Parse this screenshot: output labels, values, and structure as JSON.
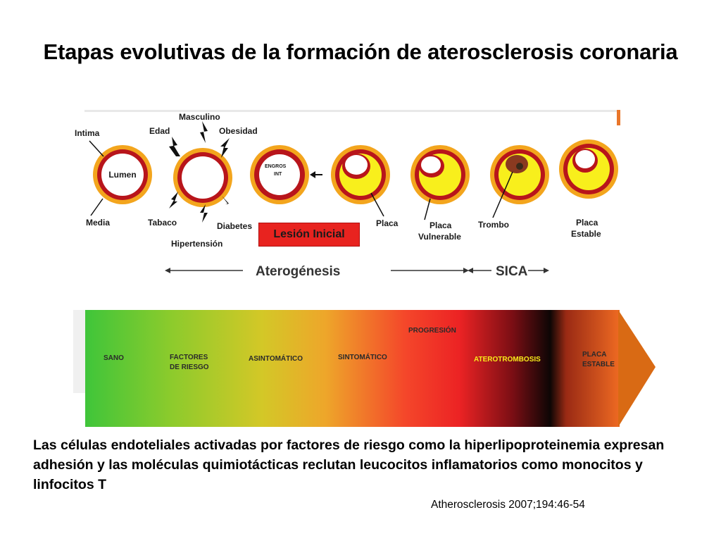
{
  "title": "Etapas evolutivas de la formación de aterosclerosis coronaria",
  "labels": {
    "intima": "Intima",
    "lumen": "Lumen",
    "media": "Media",
    "edad": "Edad",
    "masculino": "Masculino",
    "obesidad": "Obesidad",
    "tabaco": "Tabaco",
    "hipertension": "Hipertensión",
    "diabetes": "Diabetes",
    "engros_1": "ENGROS",
    "engros_2": "INT",
    "placa": "Placa",
    "placa_vulnerable_1": "Placa",
    "placa_vulnerable_2": "Vulnerable",
    "trombo": "Trombo",
    "placa_estable_1": "Placa",
    "placa_estable_2": "Estable",
    "lesion_inicial": "Lesión Inicial",
    "aterogenesis": "Aterogénesis",
    "sica": "SICA"
  },
  "stages": {
    "sano": "SANO",
    "factores_1": "FACTORES",
    "factores_2": "DE RIESGO",
    "asintomatico": "ASINTOMÁTICO",
    "sintomatico": "SINTOMÁTICO",
    "progresion": "PROGRESIÓN",
    "aterotrombosis": "ATEROTROMBOSIS",
    "placa_estable_1": "PLACA",
    "placa_estable_2": "ESTABLE"
  },
  "caption": "Las células endoteliales activadas por factores de riesgo como la hiperlipoproteinemia expresan adhesión y las moléculas quimiotácticas reclutan leucocitos inflamatorios como monocitos y linfocitos T",
  "reference": "Atherosclerosis 2007;194:46-54",
  "colors": {
    "outer_ring": "#f3a51d",
    "media_ring": "#b8151b",
    "lumen": "#ffffff",
    "plaque": "#f8ef1c",
    "lesion_box": "#e8231f",
    "arrow_head": "#d96a14"
  }
}
